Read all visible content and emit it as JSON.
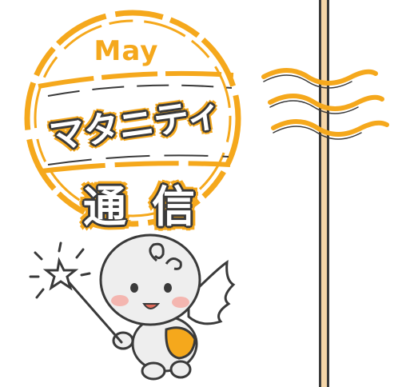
{
  "stamp": {
    "month": "May",
    "title": "マタニティ",
    "subtitle": "通信"
  },
  "colors": {
    "accent": "#f5a81c",
    "outline": "#3a3a3a",
    "pole": "#f5d6a8",
    "cheek": "#f4b6b0",
    "baby_skin": "#eeeeee"
  },
  "icons": [
    "postmark-stamp",
    "wavy-cancellation-lines",
    "angel-baby",
    "magic-wand-star",
    "pole"
  ]
}
